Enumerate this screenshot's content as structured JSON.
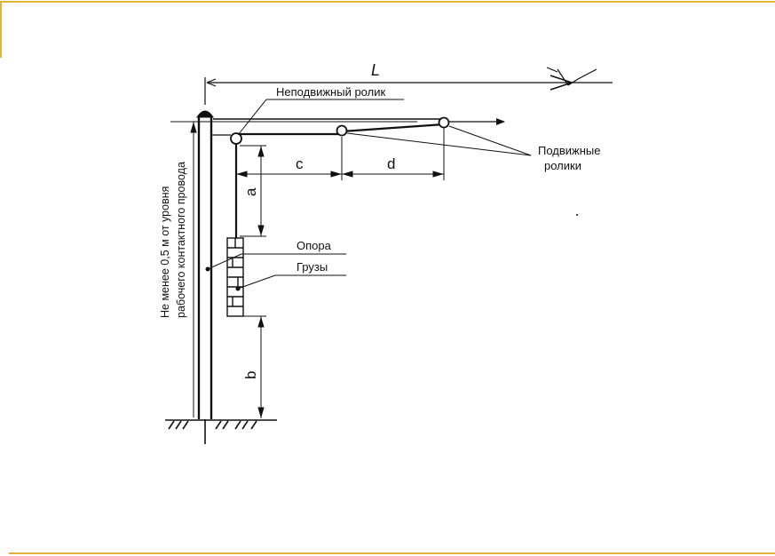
{
  "diagram": {
    "L_label": "L",
    "fixed_roller_label": "Неподвижный ролик",
    "moving_rollers_label_1": "Подвижные",
    "moving_rollers_label_2": "ролики",
    "c_label": "c",
    "d_label": "d",
    "a_label": "a",
    "b_label": "b",
    "support_label": "Опора",
    "weights_label": "Грузы",
    "vertical_note_line1": "Не менее 0,5 м от уровня",
    "vertical_note_line2": "рабочего контактного провода"
  },
  "colors": {
    "accent_rule": "#e0b33a",
    "ink": "#111111"
  }
}
